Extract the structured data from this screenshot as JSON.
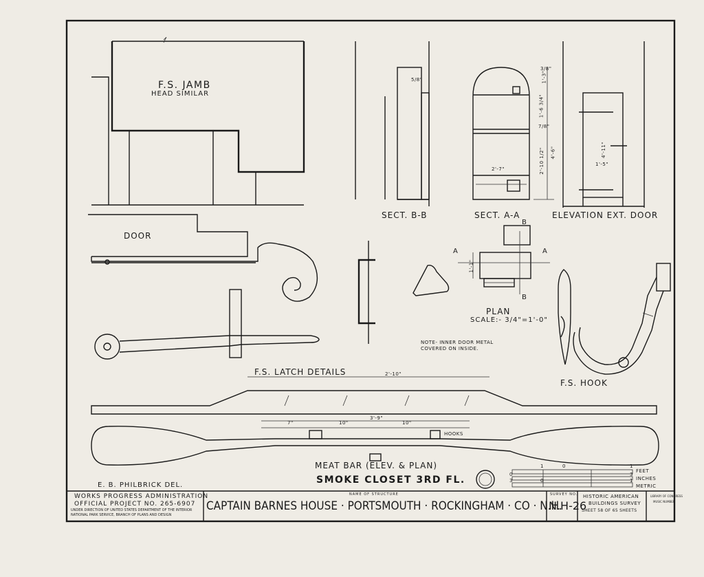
{
  "views": {
    "jamb": {
      "title": "F.S. JAMB",
      "subtitle": "HEAD SIMILAR"
    },
    "door_label": "DOOR",
    "sect_bb": "SECT. B-B",
    "sect_aa": "SECT. A-A",
    "elev": "ELEVATION EXT. DOOR",
    "plan": "PLAN",
    "plan_scale": "SCALE:- 3/4\"=1'-0\"",
    "note_line1": "NOTE- INNER DOOR METAL",
    "note_line2": "COVERED ON INSIDE.",
    "latch": "F.S. LATCH DETAILS",
    "hook": "F.S. HOOK",
    "meat_bar": "MEAT BAR (ELEV. & PLAN)",
    "hooks_label": "HOOKS",
    "sheet_title": "SMOKE CLOSET 3RD FL.",
    "delineator": "E. B. PHILBRICK DEL."
  },
  "dims": {
    "sect_aa": [
      "1'-3\"",
      "1'-6 3/4\"",
      "4'-6\"",
      "2'-10 1/2\"",
      "2'-7\"",
      "3/8\"",
      "7/8\""
    ],
    "elev": [
      "4'-11\"",
      "1'-5\""
    ],
    "sect_bb": [
      "5/8\""
    ],
    "plan": [
      "1'-1\"",
      "A",
      "A",
      "B",
      "B"
    ],
    "latch_bar": "2'-10\"",
    "meat_bar": [
      "7\"",
      "10\"",
      "3'-9\"",
      "10\""
    ]
  },
  "scale_bar": {
    "labels": [
      "FEET",
      "INCHES",
      "METRIC"
    ],
    "ticks": [
      "1",
      "0",
      "1",
      "3",
      "0",
      "3",
      "0",
      "1"
    ]
  },
  "title_block": {
    "agency_line1": "WORKS PROGRESS ADMINISTRATION",
    "agency_line2": "OFFICIAL PROJECT NO. 265-6907",
    "agency_line3": "UNDER DIRECTION OF UNITED STATES DEPARTMENT OF THE INTERIOR",
    "agency_line4": "NATIONAL PARK SERVICE, BRANCH OF PLANS AND DESIGN",
    "name_caption": "NAME OF STRUCTURE",
    "name": "CAPTAIN BARNES HOUSE · PORTSMOUTH · ROCKINGHAM · CO · N.H.",
    "survey_caption": "SURVEY NO.",
    "survey_no": "N.H-26",
    "habs_line1": "HISTORIC AMERICAN",
    "habs_line2": "BUILDINGS SURVEY",
    "sheet_line": "SHEET 58 OF 65 SHEETS",
    "lib_line1": "LIBRARY OF CONGRESS",
    "lib_line2": "MUSIC NUMBER"
  }
}
